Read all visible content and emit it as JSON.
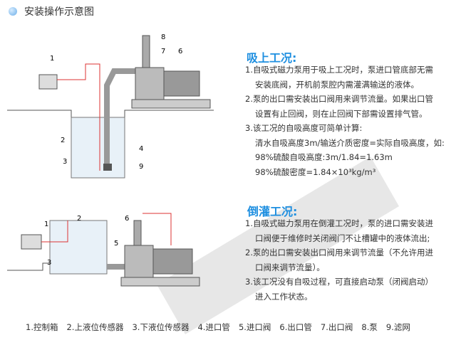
{
  "title": "安装操作示意图",
  "suction": {
    "heading": "吸上工况:",
    "lines": [
      "1.自吸式磁力泵用于吸上工况时，泵进口管底部无需",
      "安装底阀，开机前泵腔内需灌满输送的液体。",
      "2.泵的出口需安装出口阀用来调节流量。如果出口管",
      "设置有止回阀，则在止回阀下部需设置排气管。",
      "3.该工况的自吸高度可简单计算:",
      "清水自吸高度3m/输送介质密度=实际自吸高度，如:",
      "98%硫酸自吸高度:3m/1.84=1.63m",
      "98%硫酸密度=1.84×10³kg/m³"
    ]
  },
  "flooded": {
    "heading": "倒灌工况:",
    "lines": [
      "1.自吸式磁力泵用在倒灌工况时，泵的进口需安装进",
      "口阀便于维修时关闭阀门不让槽罐中的液体流出;",
      "2.泵的出口需安装出口阀用来调节流量（不允许用进",
      "口阀来调节流量）。",
      "3.该工况没有自吸过程，可直接启动泵（闭阀启动）",
      "进入工作状态。"
    ]
  },
  "legend": [
    "1.控制箱",
    "2.上液位传感器",
    "3.下液位传感器",
    "4.进口管",
    "5.进口阀",
    "6.出口管",
    "7.出口阀",
    "8.泵",
    "9.滤网"
  ],
  "diagram_top_labels": [
    "8",
    "7",
    "6",
    "1",
    "2",
    "3",
    "4",
    "9"
  ],
  "diagram_bottom_labels": [
    "1",
    "2",
    "3",
    "6",
    "5"
  ]
}
